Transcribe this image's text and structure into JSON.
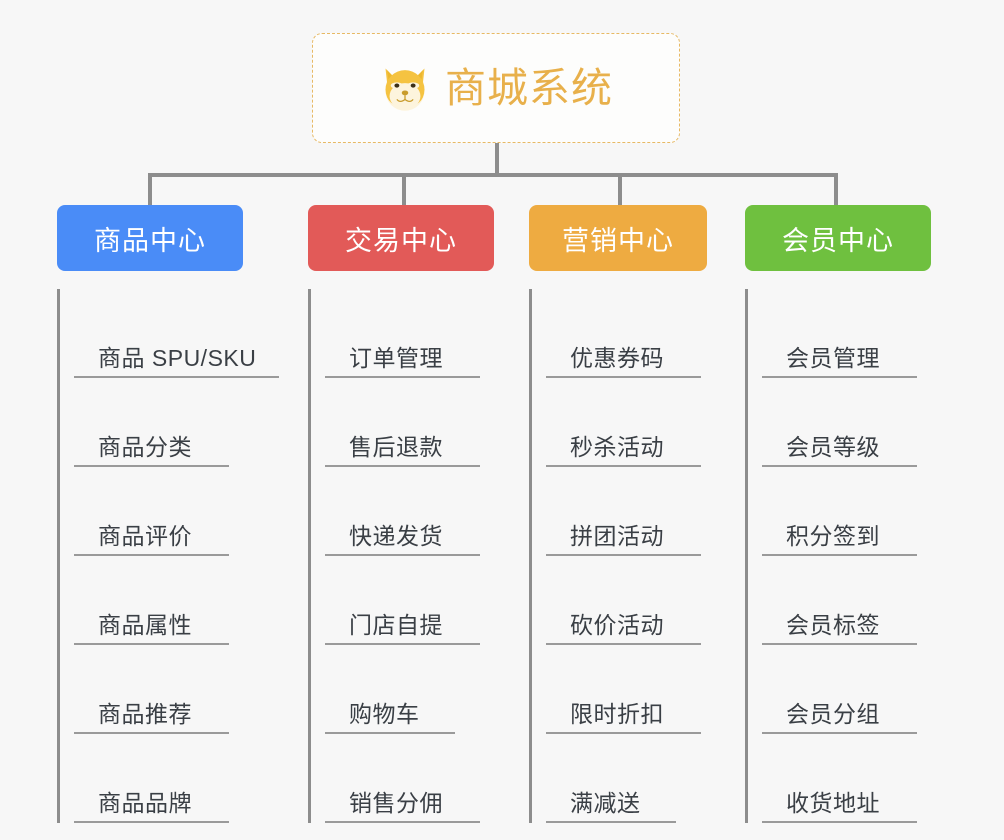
{
  "root": {
    "icon": "shiba-dog-emoji",
    "title": "商城系统",
    "border_color": "#e7b964",
    "title_color": "#e8b04b"
  },
  "chart_data": {
    "type": "diagram",
    "title": "商城系统",
    "layout": "mind-map",
    "branches": [
      {
        "label": "商品中心",
        "color": "#4a8cf7",
        "children": [
          "商品 SPU/SKU",
          "商品分类",
          "商品评价",
          "商品属性",
          "商品推荐",
          "商品品牌"
        ]
      },
      {
        "label": "交易中心",
        "color": "#e25a58",
        "children": [
          "订单管理",
          "售后退款",
          "快递发货",
          "门店自提",
          "购物车",
          "销售分佣"
        ]
      },
      {
        "label": "营销中心",
        "color": "#eeab41",
        "children": [
          "优惠券码",
          "秒杀活动",
          "拼团活动",
          "砍价活动",
          "限时折扣",
          "满减送"
        ]
      },
      {
        "label": "会员中心",
        "color": "#6fc03f",
        "children": [
          "会员管理",
          "会员等级",
          "积分签到",
          "会员标签",
          "会员分组",
          "收货地址"
        ]
      }
    ]
  },
  "branches": [
    {
      "label": "商品中心",
      "items": [
        {
          "label": "商品 SPU/SKU",
          "width": "w-xl"
        },
        {
          "label": "商品分类",
          "width": "w-md"
        },
        {
          "label": "商品评价",
          "width": "w-md"
        },
        {
          "label": "商品属性",
          "width": "w-md"
        },
        {
          "label": "商品推荐",
          "width": "w-md"
        },
        {
          "label": "商品品牌",
          "width": "w-md"
        }
      ]
    },
    {
      "label": "交易中心",
      "items": [
        {
          "label": "订单管理",
          "width": "w-md"
        },
        {
          "label": "售后退款",
          "width": "w-md"
        },
        {
          "label": "快递发货",
          "width": "w-md"
        },
        {
          "label": "门店自提",
          "width": "w-md"
        },
        {
          "label": "购物车",
          "width": "w-sm"
        },
        {
          "label": "销售分佣",
          "width": "w-md"
        }
      ]
    },
    {
      "label": "营销中心",
      "items": [
        {
          "label": "优惠券码",
          "width": "w-md"
        },
        {
          "label": "秒杀活动",
          "width": "w-md"
        },
        {
          "label": "拼团活动",
          "width": "w-md"
        },
        {
          "label": "砍价活动",
          "width": "w-md"
        },
        {
          "label": "限时折扣",
          "width": "w-md"
        },
        {
          "label": "满减送",
          "width": "w-sm"
        }
      ]
    },
    {
      "label": "会员中心",
      "items": [
        {
          "label": "会员管理",
          "width": "w-md"
        },
        {
          "label": "会员等级",
          "width": "w-md"
        },
        {
          "label": "积分签到",
          "width": "w-md"
        },
        {
          "label": "会员标签",
          "width": "w-md"
        },
        {
          "label": "会员分组",
          "width": "w-md"
        },
        {
          "label": "收货地址",
          "width": "w-md"
        }
      ]
    }
  ],
  "theme": {
    "background": "#f7f7f7",
    "connector_color": "#8d8d8d",
    "leaf_text_color": "#3a3f45",
    "leaf_rule_color": "#9a9a9a"
  }
}
